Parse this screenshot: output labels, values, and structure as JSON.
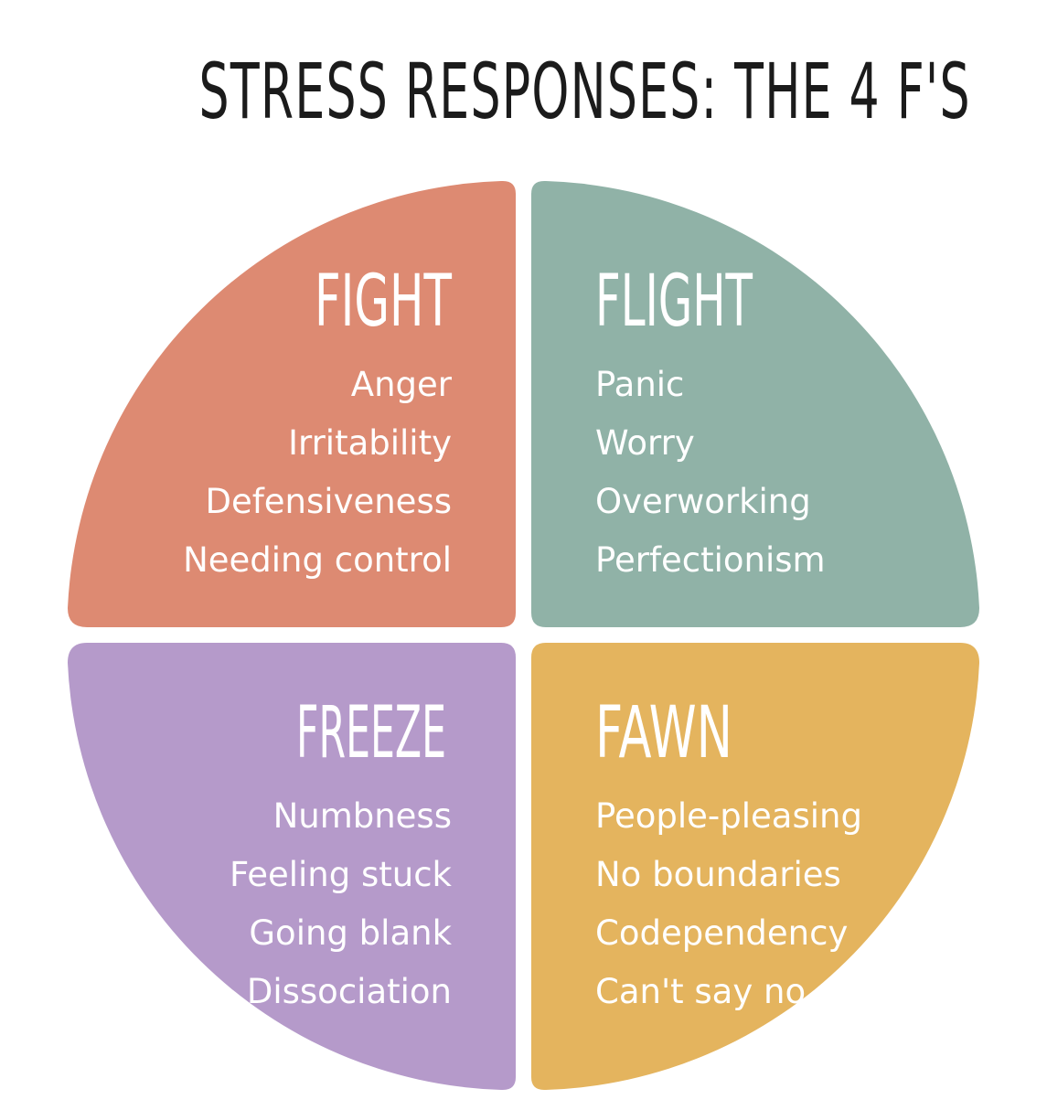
{
  "title": "STRESS RESPONSES: THE 4 F'S",
  "quadrants": [
    {
      "heading": "FIGHT",
      "color": "#DD8A72",
      "items": [
        "Anger",
        "Irritability",
        "Defensiveness",
        "Needing control"
      ]
    },
    {
      "heading": "FLIGHT",
      "color": "#90B2A7",
      "items": [
        "Panic",
        "Worry",
        "Overworking",
        "Perfectionism"
      ]
    },
    {
      "heading": "FREEZE",
      "color": "#B59ACA",
      "items": [
        "Numbness",
        "Feeling stuck",
        "Going blank",
        "Dissociation"
      ]
    },
    {
      "heading": "FAWN",
      "color": "#E4B45E",
      "items": [
        "People-pleasing",
        "No boundaries",
        "Codependency",
        "Can't say no"
      ]
    }
  ]
}
